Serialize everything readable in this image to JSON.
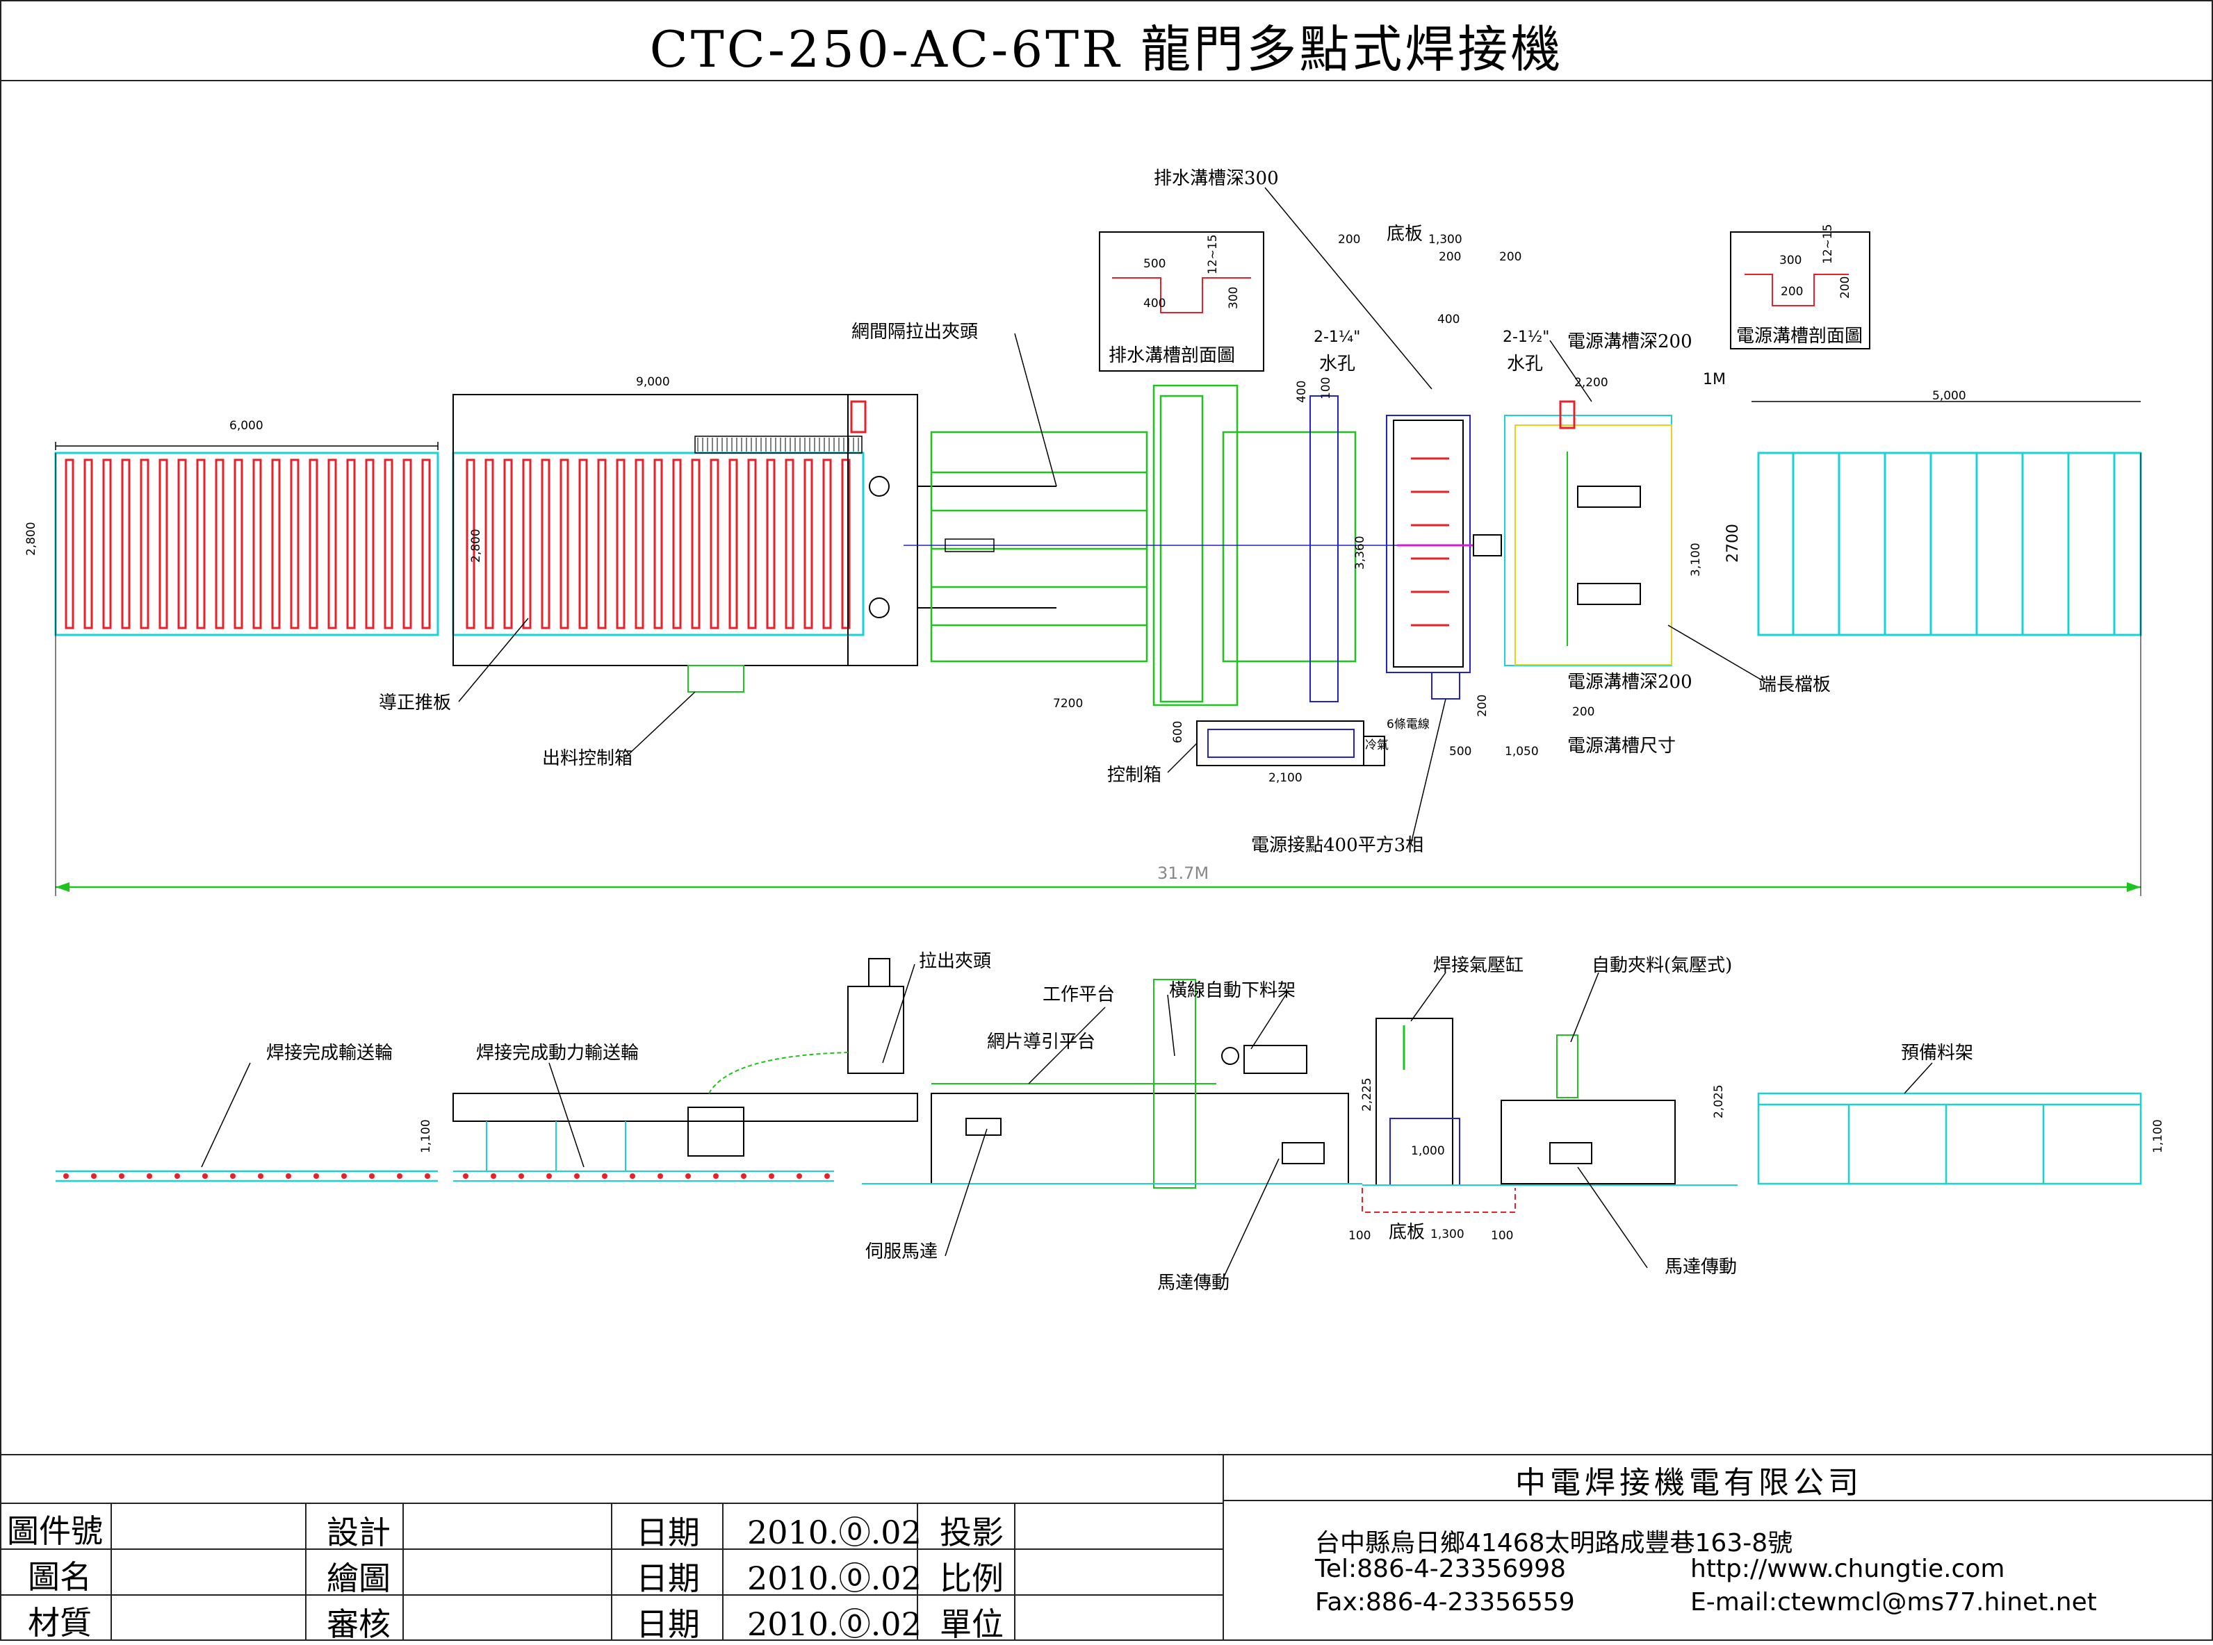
{
  "drawing": {
    "title": "CTC-250-AC-6TR 龍門多點式焊接機"
  },
  "plan": {
    "labels": {
      "drain_trench_depth": "排水溝槽深300",
      "drain_section": "排水溝槽剖面圖",
      "power_section": "電源溝槽剖面圖",
      "power_trench_depth_top": "電源溝槽深200",
      "power_trench_depth_bottom": "電源溝槽深200",
      "power_trench_size": "電源溝槽尺寸",
      "mesh_gap_clamp": "網間隔拉出夾頭",
      "base_plate": "底板",
      "water_hole_left": "水孔",
      "water_hole_right": "水孔",
      "guide_push_plate": "導正推板",
      "outfeed_control_box": "出料控制箱",
      "control_box": "控制箱",
      "end_stop_plate": "端長檔板",
      "power_connection": "電源接點400平方3相",
      "six_cables": "6條電線",
      "cooling": "冷氣"
    },
    "dims": {
      "d9000": "9,000",
      "d6000": "6,000",
      "d2800a": "2,800",
      "d2800b": "2,800",
      "d7200": "7200",
      "d2100": "2,100",
      "d600": "600",
      "d5000": "5,000",
      "d2700": "2700",
      "d3100": "3,100",
      "d3360": "3,360",
      "d2200": "2,200",
      "d1m": "1M",
      "d1300": "1,300",
      "d200a": "200",
      "d200b": "200",
      "d200c": "200",
      "d400a": "400",
      "d400b": "400",
      "d100": "100",
      "d500": "500",
      "d1050": "1,050",
      "d200d": "200",
      "d200e": "200",
      "total": "31.7M",
      "pipe_left": "2-1¼\"",
      "pipe_right": "2-1½\"",
      "drain_500": "500",
      "drain_400": "400",
      "drain_300": "300",
      "drain_12": "12~15",
      "power_300": "300",
      "power_200": "200",
      "power_200b": "200",
      "power_12": "12~15"
    }
  },
  "elevation": {
    "labels": {
      "pull_clamp": "拉出夾頭",
      "work_platform": "工作平台",
      "wire_unloader": "橫線自動下料架",
      "weld_cylinder": "焊接氣壓缸",
      "auto_clamp": "自動夾料(氣壓式)",
      "finished_conveyor": "焊接完成輸送輪",
      "powered_conveyor": "焊接完成動力輸送輪",
      "mesh_guide_platform": "網片導引平台",
      "prep_rack": "預備料架",
      "servo_motor": "伺服馬達",
      "motor_drive_left": "馬達傳動",
      "motor_drive_right": "馬達傳動",
      "base_plate": "底板"
    },
    "dims": {
      "h1100a": "1,100",
      "h1100b": "1,100",
      "h2225": "2,225",
      "h2025": "2,025",
      "w1000": "1,000",
      "b100a": "100",
      "b1300": "1,300",
      "b100b": "100"
    }
  },
  "company": {
    "name": "中電焊接機電有限公司",
    "address": "台中縣烏日鄉41468太明路成豐巷163-8號",
    "tel": "Tel:886-4-23356998",
    "fax": "Fax:886-4-23356559",
    "web": "http://www.chungtie.com",
    "email": "E-mail:ctewmcl@ms77.hinet.net"
  },
  "title_block": {
    "rows": [
      {
        "label": "圖件號",
        "role": "設計",
        "date_label": "日期",
        "date": "2010.⓪.02",
        "field": "投影"
      },
      {
        "label": "圖名",
        "role": "繪圖",
        "date_label": "日期",
        "date": "2010.⓪.02",
        "field": "比例"
      },
      {
        "label": "材質",
        "role": "審核",
        "date_label": "日期",
        "date": "2010.⓪.02",
        "field": "單位"
      }
    ]
  },
  "colors": {
    "red": "#e8202a",
    "cyan": "#19d3d3",
    "green": "#1ec31e",
    "blue": "#2222cc",
    "magenta": "#d21ed2",
    "yellow": "#e6d21e",
    "black": "#111111"
  }
}
